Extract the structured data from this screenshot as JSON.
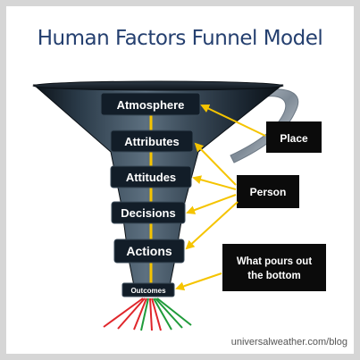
{
  "title": "Human Factors Funnel Model",
  "stages": [
    {
      "id": "atmosphere",
      "label": "Atmosphere"
    },
    {
      "id": "attributes",
      "label": "Attributes"
    },
    {
      "id": "attitudes",
      "label": "Attitudes"
    },
    {
      "id": "decisions",
      "label": "Decisions"
    },
    {
      "id": "actions",
      "label": "Actions"
    },
    {
      "id": "outcomes",
      "label": "Outcomes"
    }
  ],
  "callouts": {
    "place": "Place",
    "person": "Person",
    "output_line1": "What pours out",
    "output_line2": "the bottom"
  },
  "footer": "universalweather.com/blog",
  "colors": {
    "title": "#243f6f",
    "stage_box": "#121d28",
    "arrow": "#f5c400",
    "callout_box": "#0b0b0b",
    "outflow_red": "#e0262b",
    "outflow_green": "#1f9b3a"
  }
}
